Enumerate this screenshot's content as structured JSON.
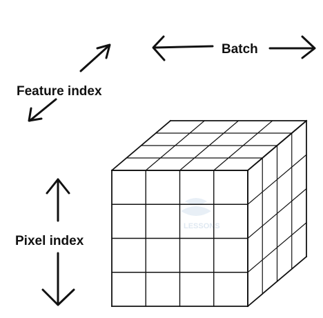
{
  "labels": {
    "batch": "Batch",
    "feature_index": "Feature index",
    "pixel_index": "Pixel index"
  },
  "watermark": {
    "brand": "LESSONS"
  },
  "cube": {
    "rows": 4,
    "columns": 4,
    "depth": 4
  },
  "colors": {
    "line": "#111111",
    "background": "#ffffff",
    "watermark": "#e3ecf4"
  }
}
